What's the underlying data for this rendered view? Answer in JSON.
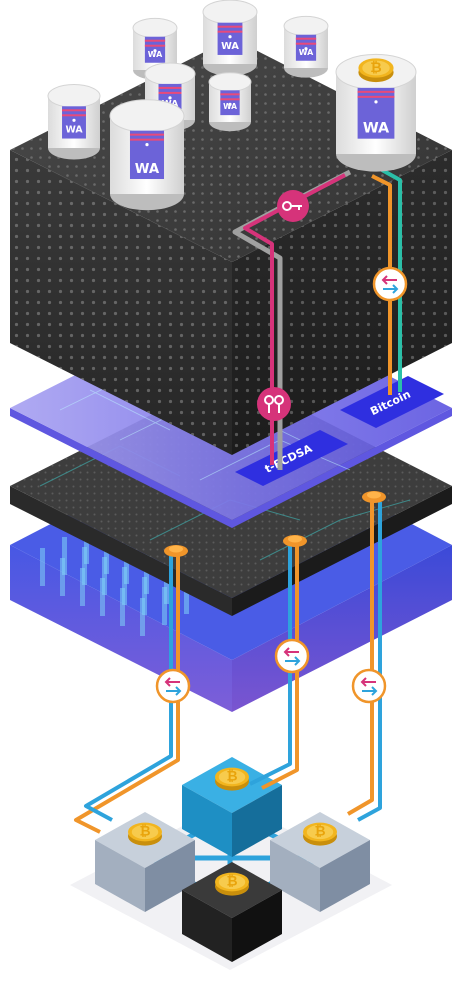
{
  "canister_label": "WA",
  "bitcoin_glyph": "₿",
  "layer_tags": {
    "bitcoin": "Bitcoin",
    "tecdsa": "t-ECDSA"
  },
  "icons": {
    "canister": "wallet-canister-icon",
    "key": "key-icon",
    "dual_key": "threshold-key-icon",
    "exchange": "swap-arrows-icon",
    "coin": "bitcoin-coin-icon"
  },
  "colors": {
    "pink": "#d6337a",
    "orange": "#f0952a",
    "blue": "#2ea3dc",
    "teal": "#2bbfa8",
    "gray": "#9a9a9a",
    "cube_dark": "#3b3b3b",
    "panel_purple": "#6a5ce6",
    "tag_blue": "#2f2fe0",
    "grid_blue": "#5a64e8",
    "node_blue": "#1e8fc4",
    "node_gray": "#a9b6c6",
    "node_black": "#222222",
    "coin_gold": "#f2b51e",
    "canister_purple": "#6c63d8"
  }
}
